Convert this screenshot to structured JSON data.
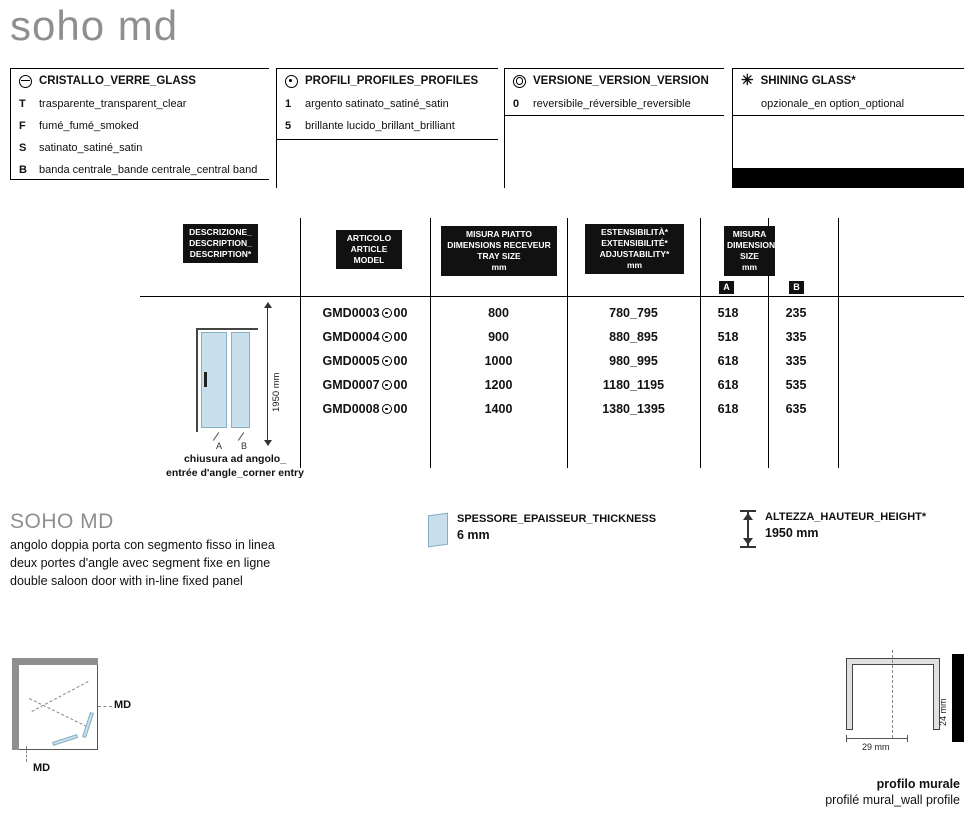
{
  "page": {
    "title": "soho md"
  },
  "icons": {
    "shining_glass": "✳"
  },
  "colors": {
    "accent_glass": "#c9dfeb",
    "header_bg": "#111111",
    "title_gray": "#8f8f8f"
  },
  "legend": {
    "glass": {
      "title": "CRISTALLO_VERRE_GLASS",
      "items": [
        {
          "code": "T",
          "label": "trasparente_transparent_clear"
        },
        {
          "code": "F",
          "label": "fumé_fumé_smoked"
        },
        {
          "code": "S",
          "label": "satinato_satiné_satin"
        },
        {
          "code": "B",
          "label": "banda centrale_bande centrale_central band"
        }
      ]
    },
    "profiles": {
      "title": "PROFILI_PROFILES_PROFILES",
      "items": [
        {
          "code": "1",
          "label": "argento satinato_satiné_satin"
        },
        {
          "code": "5",
          "label": "brillante lucido_brillant_brilliant"
        }
      ]
    },
    "version": {
      "title": "VERSIONE_VERSION_VERSION",
      "items": [
        {
          "code": "0",
          "label": "reversibile_réversible_reversible"
        }
      ]
    },
    "shining": {
      "title": "SHINING GLASS*",
      "items": [
        {
          "code": "",
          "label": "opzionale_en option_optional"
        }
      ]
    }
  },
  "table": {
    "headers": {
      "description": "DESCRIZIONE_\nDESCRIPTION_\nDESCRIPTION*",
      "article": "ARTICOLO\nARTICLE\nMODEL",
      "tray": "MISURA PIATTO\nDIMENSIONS RECEVEUR\nTRAY SIZE\nmm",
      "adjustability": "ESTENSIBILITÀ*\nEXTENSIBILITÉ*\nADJUSTABILITY*\nmm",
      "size": "MISURA\nDIMENSION\nSIZE\nmm",
      "size_a": "A",
      "size_b": "B"
    },
    "rows": [
      {
        "article_prefix": "GMD0003",
        "article_suffix": "00",
        "tray": "800",
        "adjustability": "780_795",
        "a": "518",
        "b": "235"
      },
      {
        "article_prefix": "GMD0004",
        "article_suffix": "00",
        "tray": "900",
        "adjustability": "880_895",
        "a": "518",
        "b": "335"
      },
      {
        "article_prefix": "GMD0005",
        "article_suffix": "00",
        "tray": "1000",
        "adjustability": "980_995",
        "a": "618",
        "b": "335"
      },
      {
        "article_prefix": "GMD0007",
        "article_suffix": "00",
        "tray": "1200",
        "adjustability": "1180_1195",
        "a": "618",
        "b": "535"
      },
      {
        "article_prefix": "GMD0008",
        "article_suffix": "00",
        "tray": "1400",
        "adjustability": "1380_1395",
        "a": "618",
        "b": "635"
      }
    ]
  },
  "diagram": {
    "height_dim": "1950 mm",
    "label_a": "A",
    "label_b": "B",
    "caption_line1": "chiusura ad angolo_",
    "caption_line2": "entrée d'angle_corner entry"
  },
  "product": {
    "name": "SOHO MD",
    "desc_it": "angolo doppia porta con segmento fisso in linea",
    "desc_fr": "deux portes d'angle avec segment fixe en ligne",
    "desc_en": "double saloon door with in-line fixed panel"
  },
  "thickness": {
    "title": "SPESSORE_EPAISSEUR_THICKNESS",
    "value": "6 mm"
  },
  "height": {
    "title": "ALTEZZA_HAUTEUR_HEIGHT*",
    "value": "1950 mm"
  },
  "plan": {
    "label_right": "MD",
    "label_bottom": "MD"
  },
  "profile": {
    "dim_vertical": "24 mm",
    "dim_horizontal": "29 mm",
    "caption_line1": "profilo murale",
    "caption_line2": "profilé mural_wall profile"
  }
}
